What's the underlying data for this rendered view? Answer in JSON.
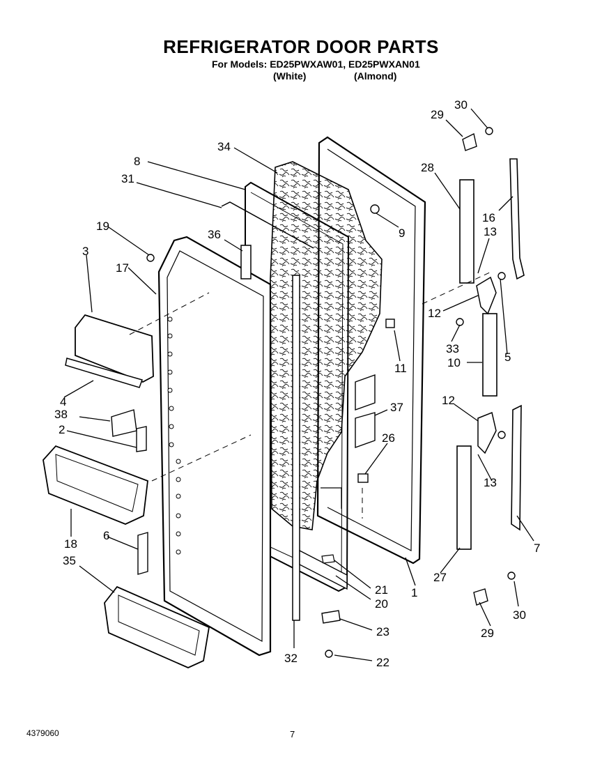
{
  "header": {
    "title": "REFRIGERATOR DOOR PARTS",
    "models": "For Models: ED25PWXAW01, ED25PWXAN01",
    "variant_white": "(White)",
    "variant_almond": "(Almond)"
  },
  "callouts": [
    "30",
    "29",
    "34",
    "8",
    "28",
    "31",
    "9",
    "16",
    "13",
    "19",
    "36",
    "3",
    "17",
    "12",
    "11",
    "33",
    "5",
    "10",
    "4",
    "37",
    "38",
    "12",
    "2",
    "26",
    "13",
    "18",
    "6",
    "7",
    "1",
    "27",
    "21",
    "35",
    "20",
    "30",
    "29",
    "23",
    "32",
    "22"
  ],
  "footer": {
    "doc_number": "4379060",
    "page": "7"
  }
}
